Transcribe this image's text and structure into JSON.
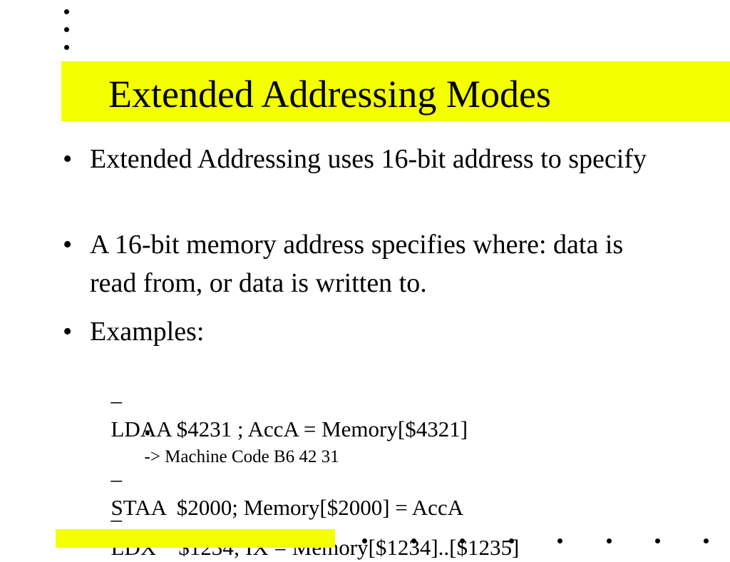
{
  "slide": {
    "title": "Extended Addressing Modes",
    "accent_color": "#f4ff00",
    "bullets": [
      {
        "marker": "•",
        "text": "Extended Addressing uses 16-bit address to specify"
      },
      {
        "marker": "•",
        "text": "A 16-bit memory address specifies where: data is read from, or data is written to."
      },
      {
        "marker": "•",
        "text": "Examples:"
      }
    ],
    "examples": [
      {
        "marker": "–",
        "text": "LDAA $4231 ; AccA = Memory[$4321]"
      },
      {
        "marker": "•",
        "text": "-> Machine Code B6 42 31"
      },
      {
        "marker": "–",
        "text": "STAA  $2000; Memory[$2000] = AccA"
      },
      {
        "marker": "–",
        "text": "LDX    $1234; IX = Memory[$1234]..[$1235]"
      }
    ]
  }
}
